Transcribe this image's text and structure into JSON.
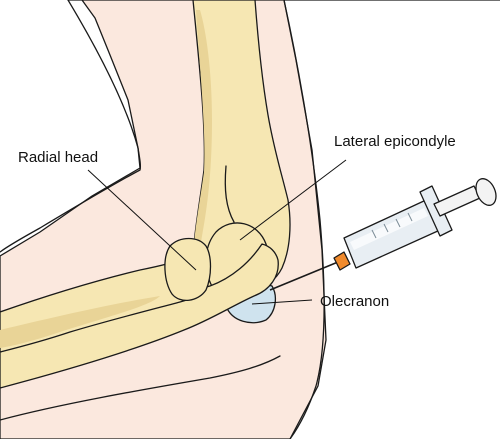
{
  "labels": {
    "radial_head": "Radial head",
    "lateral_epicondyle": "Lateral epicondyle",
    "olecranon": "Olecranon"
  },
  "colors": {
    "skin": "#fbe8de",
    "bone": "#f6e7b3",
    "bone_shadow": "#e9d497",
    "bursa": "#cfe3ee",
    "syringe_barrel": "#e8eef3",
    "syringe_plunger": "#f3f3f3",
    "needle_hub": "#f08a2c",
    "outline": "#1a1a1a"
  }
}
